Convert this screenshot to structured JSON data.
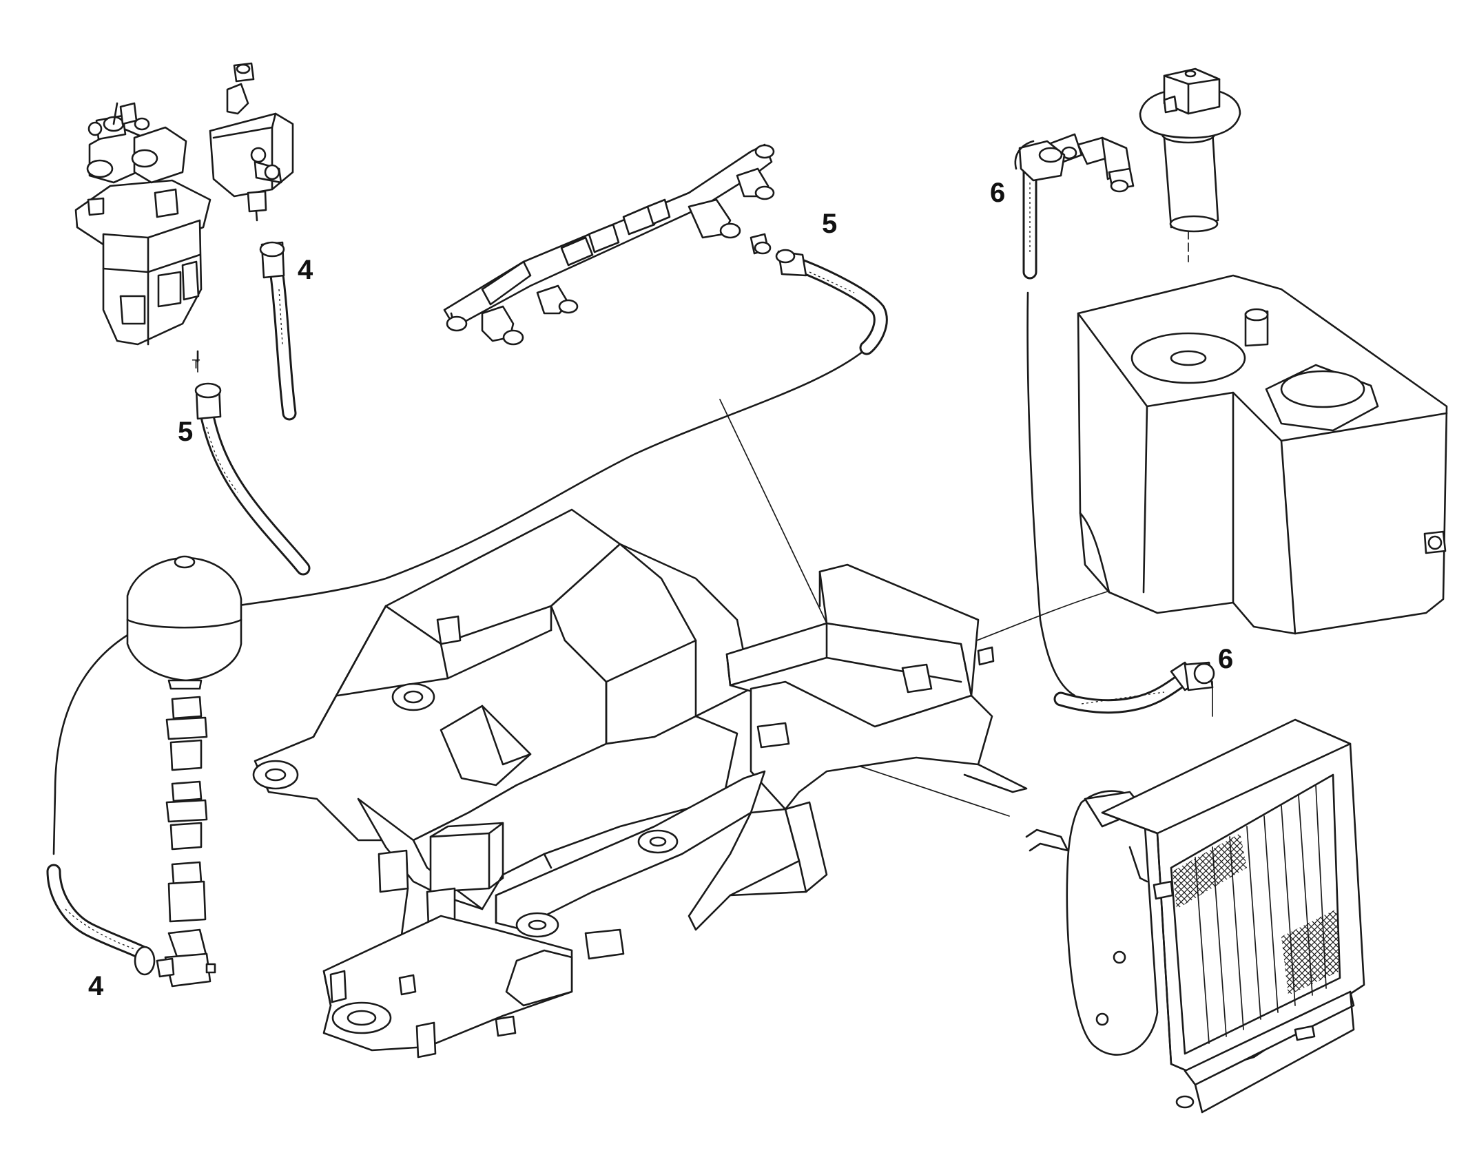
{
  "callouts": {
    "pump_hose": "5",
    "valve_hose": "4",
    "rail_hose": "5",
    "accumulator_hose": "4",
    "tank_hose": "6",
    "radiator_hose": "6"
  }
}
